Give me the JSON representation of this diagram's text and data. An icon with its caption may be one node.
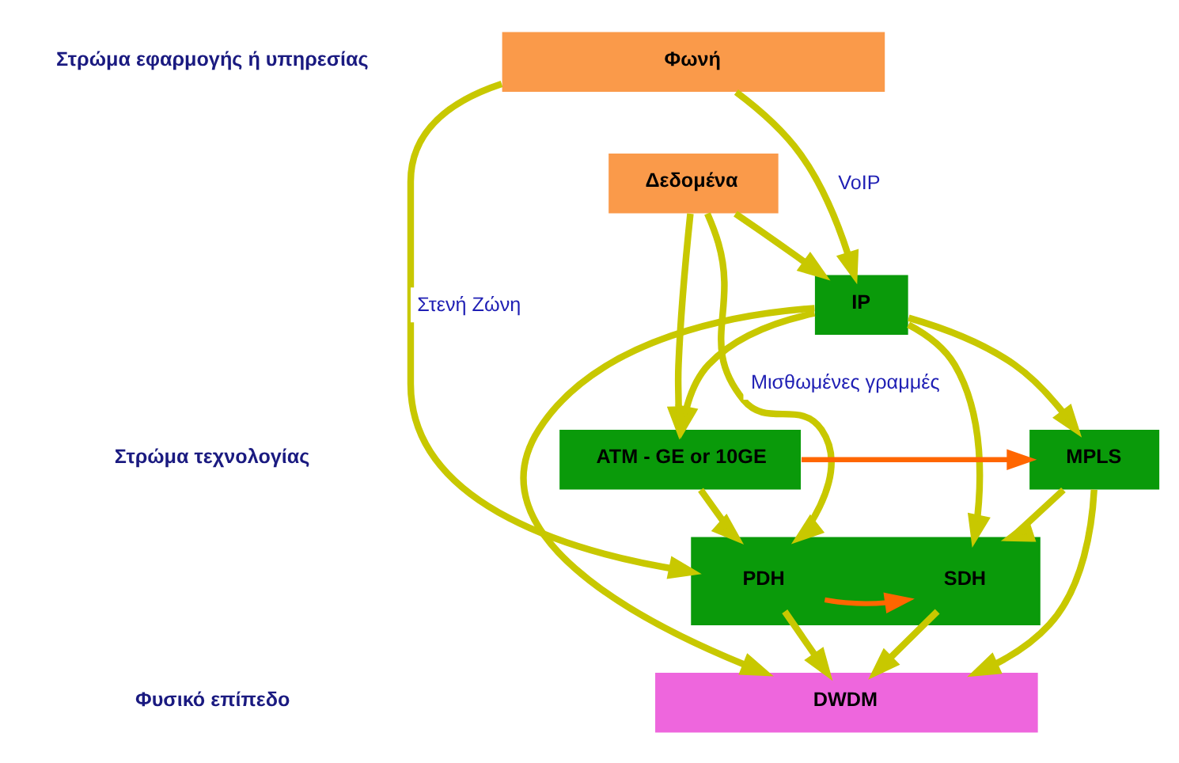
{
  "diagram": {
    "nodes": [
      {
        "text": [
          "Φωνή"
        ]
      },
      {
        "text": [
          "Δεδομένα"
        ]
      },
      {
        "text": [
          "IP"
        ]
      },
      {
        "text": [
          "ATM - GE or 10GE"
        ]
      },
      {
        "text": [
          "MPLS"
        ]
      },
      {
        "text": [],
        "shape": "bar"
      },
      {
        "text": [
          "PDH"
        ],
        "in": 5
      },
      {
        "text": [
          "SDH"
        ],
        "in": 5
      },
      {
        "text": [
          "DWDM"
        ]
      }
    ],
    "edges": [
      {
        "from": 1,
        "to": 3,
        "arrow": "to"
      },
      {
        "from": 1,
        "to": 2,
        "arrow": "to"
      },
      {
        "from": 2,
        "to": 3,
        "arrow": "to"
      },
      {
        "from": 2,
        "to": 4,
        "arrow": "to"
      },
      {
        "from": 2,
        "to": 5,
        "arrow": "to"
      },
      {
        "from": 2,
        "to": 8,
        "arrow": "to"
      },
      {
        "from": 3,
        "to": 4,
        "arrow": "to",
        "color": "#ff6600"
      },
      {
        "from": 3,
        "to": 5,
        "arrow": "to"
      },
      {
        "from": 4,
        "to": 5,
        "arrow": "to"
      },
      {
        "from": 4,
        "to": 8,
        "arrow": "to"
      },
      {
        "from": 6,
        "to": 7,
        "arrow": "to",
        "color": "#ff6600"
      },
      {
        "from": 6,
        "to": 8,
        "arrow": "to"
      },
      {
        "from": 7,
        "to": 8,
        "arrow": "to"
      },
      {
        "from": 0,
        "to": 2,
        "arrow": "to",
        "label": "VoIP"
      },
      {
        "from": 0,
        "to": 5,
        "arrow": "to",
        "label": "Στενή Ζώνη"
      },
      {
        "from": 1,
        "to": 5,
        "arrow": "to",
        "label": "Μισθωμένες γραμμές"
      }
    ],
    "labels": [
      "Στρώμα εφαρμογής ή υπηρεσίας",
      "Στρώμα τεχνολογίας",
      "Φυσικό επίπεδο"
    ]
  }
}
